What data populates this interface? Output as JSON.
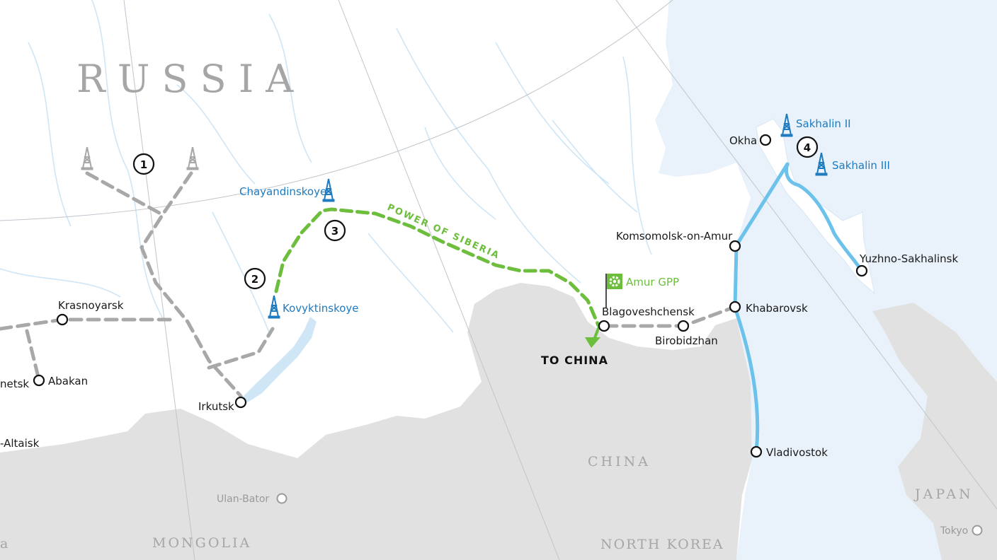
{
  "countries": {
    "russia": "R U S S I A",
    "china": "CHINA",
    "mongolia": "MONGOLIA",
    "north_korea": "NORTH KOREA",
    "japan": "JAPAN"
  },
  "cities": {
    "krasnoyarsk": "Krasnoyarsk",
    "abakan": "Abakan",
    "novokuznetsk_partial": "netsk",
    "gorno_altaisk_partial": "-Altaisk",
    "irkutsk": "Irkutsk",
    "blagoveshchensk": "Blagoveshchensk",
    "birobidzhan": "Birobidzhan",
    "khabarovsk": "Khabarovsk",
    "komsomolsk": "Komsomolsk-on-Amur",
    "vladivostok": "Vladivostok",
    "okha": "Okha",
    "yuzhno_sakhalinsk": "Yuzhno-Sakhalinsk",
    "ulan_bator": "Ulan-Bator",
    "tokyo": "Tokyo"
  },
  "fields": {
    "chayandinskoye": "Chayandinskoye",
    "kovyktinskoye": "Kovyktinskoye",
    "sakhalin_2": "Sakhalin II",
    "sakhalin_3": "Sakhalin III"
  },
  "facilities": {
    "amur_gpp": "Amur GPP"
  },
  "pipeline": {
    "name": "POWER OF SIBERIA",
    "export_label": "TO CHINA"
  },
  "markers": [
    "1",
    "2",
    "3",
    "4"
  ],
  "colors": {
    "land_russia": "#ffffff",
    "land_foreign": "#e1e1e1",
    "sea": "#e9f2fb",
    "river": "#cfe6f6",
    "pipeline_existing": "#a8a8a8",
    "pipeline_power_of_siberia": "#6dbe3d",
    "pipeline_sakhalin": "#6cc2ea",
    "field_icon": "#1e7bbf"
  },
  "icons": {
    "gas_field": "oil-derrick-icon",
    "processing_plant": "gear-flag-icon",
    "city": "circle-marker-icon",
    "export_direction": "arrow-down-icon"
  }
}
